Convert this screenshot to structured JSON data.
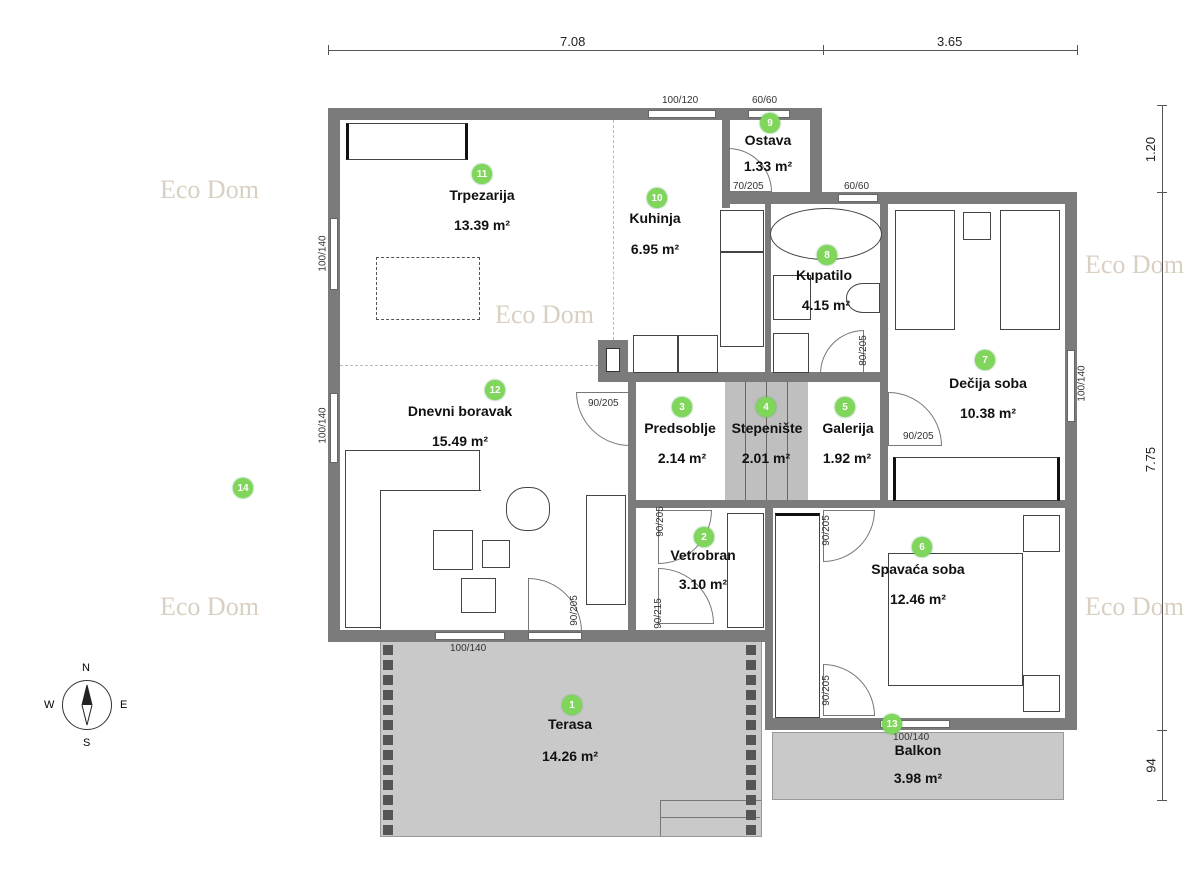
{
  "dimensions": {
    "top_left": "7.08",
    "top_right": "3.65",
    "right_top": "1.20",
    "right_middle": "7.75",
    "right_bottom": "94"
  },
  "watermark": "Eco Dom",
  "compass": {
    "n": "N",
    "s": "S",
    "e": "E",
    "w": "W"
  },
  "openings": {
    "win_kitchen": "100/120",
    "win_ostava": "60/60",
    "win_bath": "60/60",
    "win_left_top": "100/140",
    "win_left_bottom": "100/140",
    "win_right": "100/140",
    "win_terrace": "100/140",
    "win_balcony": "100/140",
    "door_ostava": "70/205",
    "door_bath": "80/205",
    "door_living": "90/205",
    "door_kids": "90/205",
    "door_terrace": "90/205",
    "door_vetrobran_top": "90/205",
    "door_entry": "90/215",
    "door_bedroom": "90/205",
    "door_balcony": "90/205"
  },
  "rooms": [
    {
      "num": "1",
      "name": "Terasa",
      "area": "14.26 m²"
    },
    {
      "num": "2",
      "name": "Vetrobran",
      "area": "3.10 m²"
    },
    {
      "num": "3",
      "name": "Predsoblje",
      "area": "2.14 m²"
    },
    {
      "num": "4",
      "name": "Stepenište",
      "area": "2.01 m²"
    },
    {
      "num": "5",
      "name": "Galerija",
      "area": "1.92 m²"
    },
    {
      "num": "6",
      "name": "Spavaća soba",
      "area": "12.46 m²"
    },
    {
      "num": "7",
      "name": "Dečija soba",
      "area": "10.38 m²"
    },
    {
      "num": "8",
      "name": "Kupatilo",
      "area": "4.15 m²"
    },
    {
      "num": "9",
      "name": "Ostava",
      "area": "1.33 m²"
    },
    {
      "num": "10",
      "name": "Kuhinja",
      "area": "6.95 m²"
    },
    {
      "num": "11",
      "name": "Trpezarija",
      "area": "13.39 m²"
    },
    {
      "num": "12",
      "name": "Dnevni boravak",
      "area": "15.49 m²"
    },
    {
      "num": "13",
      "name": "Balkon",
      "area": "3.98 m²"
    },
    {
      "num": "14"
    }
  ],
  "colors": {
    "wall": "#7b7b7b",
    "terrace": "#c9c9c9",
    "badge": "#7fd65a"
  }
}
